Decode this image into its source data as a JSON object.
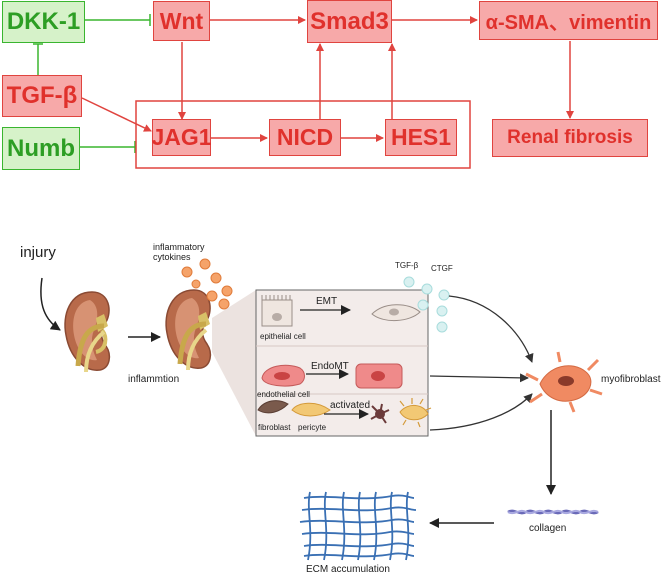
{
  "pathway": {
    "dkk1": "DKK-1",
    "wnt": "Wnt",
    "smad3": "Smad3",
    "alpha_sma": "α-SMA、vimentin",
    "tgfb": "TGF-β",
    "numb": "Numb",
    "jag1": "JAG1",
    "nicd": "NICD",
    "hes1": "HES1",
    "renal_fibrosis": "Renal fibrosis"
  },
  "illustration": {
    "injury": "injury",
    "inflammatory_cytokines_line1": "inflammatory",
    "inflammatory_cytokines_line2": "cytokines",
    "inflammation": "inflammtion",
    "tgfb": "TGF-β",
    "ctgf": "CTGF",
    "emt": "EMT",
    "epithelial_cell": "epithelial cell",
    "endomt": "EndoMT",
    "endothelial_cell": "endothelial cell",
    "activated": "activated",
    "fibroblast": "fibroblast",
    "pericyte": "pericyte",
    "myofibroblast": "myofibroblast",
    "collagen": "collagen",
    "ecm": "ECM accumulation"
  },
  "colors": {
    "red_fill": "#f7a9a9",
    "red_border": "#e0443f",
    "red_text": "#e0312c",
    "green_fill": "#d6f2c9",
    "green_border": "#3ab52f",
    "green_text": "#2d9e24"
  }
}
